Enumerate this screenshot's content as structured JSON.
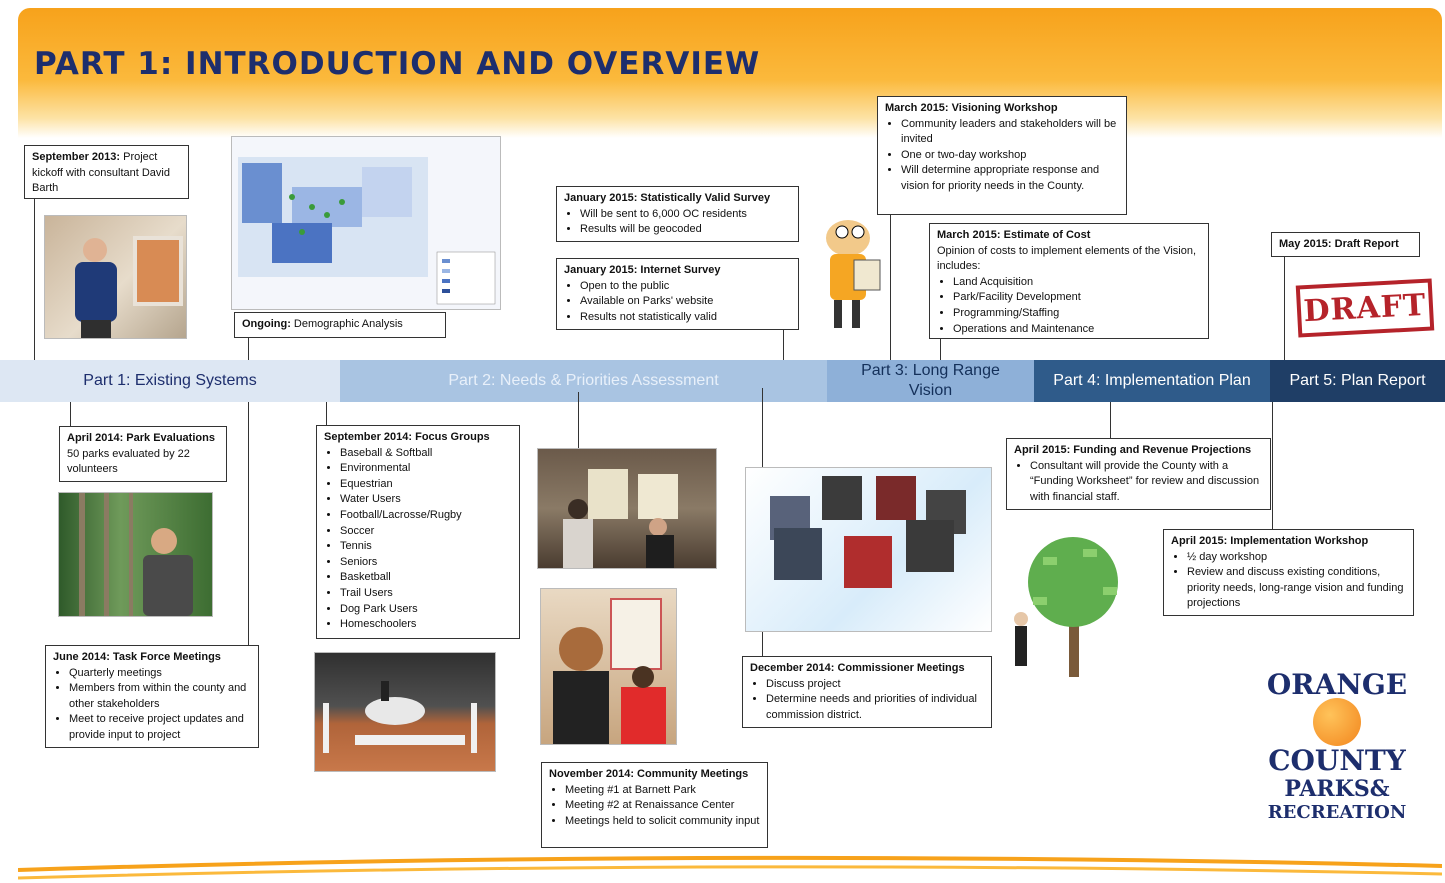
{
  "title": "PART 1: INTRODUCTION AND OVERVIEW",
  "phases": [
    {
      "label": "Part 1: Existing Systems"
    },
    {
      "label": "Part 2: Needs & Priorities Assessment"
    },
    {
      "label": "Part 3: Long Range Vision"
    },
    {
      "label": "Part 4: Implementation Plan"
    },
    {
      "label": "Part 5: Plan Report"
    }
  ],
  "boxes": {
    "kickoff": {
      "head": "September 2013:",
      "text": " Project kickoff with consultant David Barth"
    },
    "demographic": {
      "head": "Ongoing:",
      "text": " Demographic Analysis"
    },
    "survey": {
      "head": "January 2015: Statistically Valid Survey",
      "items": [
        "Will be  sent to 6,000 OC residents",
        "Results will be geocoded"
      ]
    },
    "internet": {
      "head": "January 2015: Internet Survey",
      "items": [
        "Open to the public",
        "Available  on Parks' website",
        "Results not statistically valid"
      ]
    },
    "visioning": {
      "head": "March 2015: Visioning Workshop",
      "items": [
        "Community leaders and stakeholders will be invited",
        "One or two-day workshop",
        "Will determine appropriate response and vision for priority needs in the County."
      ]
    },
    "cost": {
      "head": "March 2015: Estimate of Cost",
      "intro": "Opinion of costs to implement elements of the Vision, includes:",
      "items": [
        "Land Acquisition",
        "Park/Facility Development",
        "Programming/Staffing",
        "Operations and Maintenance"
      ]
    },
    "draft_report": {
      "head": "May 2015: Draft Report"
    },
    "park_eval": {
      "head": "April 2014: Park Evaluations",
      "text": "50 parks evaluated by 22 volunteers"
    },
    "focus": {
      "head": "September 2014: Focus Groups",
      "items": [
        "Baseball & Softball",
        "Environmental",
        "Equestrian",
        "Water Users",
        "Football/Lacrosse/Rugby",
        "Soccer",
        "Tennis",
        "Seniors",
        "Basketball",
        "Trail Users",
        "Dog Park Users",
        "Homeschoolers"
      ]
    },
    "taskforce": {
      "head": "June 2014: Task Force Meetings",
      "items": [
        "Quarterly meetings",
        "Members from within the county and other stakeholders",
        "Meet to receive project updates and provide input to project"
      ]
    },
    "community": {
      "head": "November 2014: Community Meetings",
      "items": [
        "Meeting #1 at Barnett Park",
        "Meeting #2 at Renaissance Center",
        "Meetings held to solicit community input"
      ]
    },
    "commissioner": {
      "head": "December 2014: Commissioner Meetings",
      "items": [
        "Discuss project",
        "Determine needs and priorities of individual commission district."
      ]
    },
    "funding": {
      "head": "April 2015: Funding and Revenue Projections",
      "items": [
        "Consultant will provide the County with a “Funding Worksheet” for review and discussion with financial staff."
      ]
    },
    "impl_workshop": {
      "head": "April 2015: Implementation Workshop",
      "items": [
        "½ day workshop",
        "Review and discuss existing conditions, priority needs, long-range  vision and funding projections"
      ]
    }
  },
  "draft_stamp": "DRAFT",
  "logo": {
    "line1": "ORANGE",
    "line2": "COUNTY",
    "line3": "PARKS&",
    "line4": "RECREATION"
  },
  "colors": {
    "header": "#f7a21b",
    "title": "#1d2e6d",
    "seg1": "#dde7f3",
    "seg2": "#a9c4e2",
    "seg3": "#8eb0d8",
    "seg4": "#2f5b8a",
    "seg5": "#1f3e66",
    "draft": "#b5232a"
  }
}
